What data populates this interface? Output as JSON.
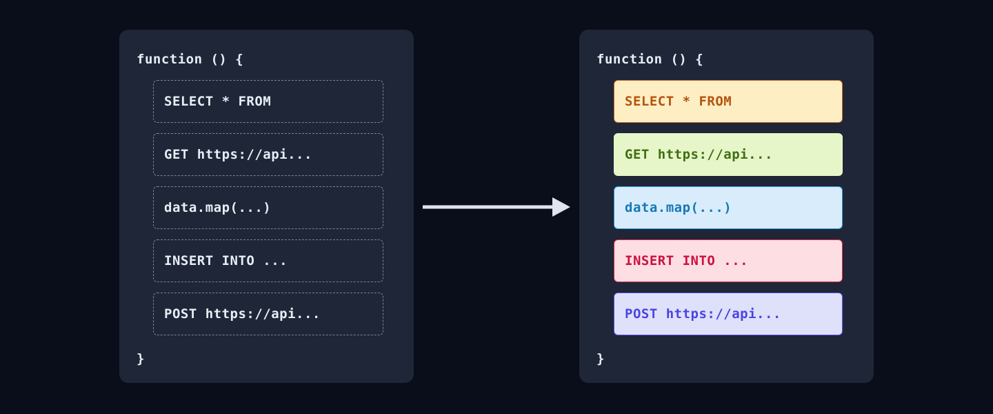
{
  "canvas": {
    "background": "#0a0e1a",
    "panel_background": "#1e2637"
  },
  "arrow": {
    "name": "transformation-arrow",
    "color": "#dfe4ef",
    "direction": "right"
  },
  "left_panel": {
    "title": "plain-code-panel",
    "code_open": "function () {",
    "code_close": "}",
    "border_color": "#7a8699",
    "text_color": "#e8edf5",
    "statements": [
      {
        "label": "SELECT * FROM"
      },
      {
        "label": "GET https://api..."
      },
      {
        "label": "data.map(...)"
      },
      {
        "label": "INSERT INTO ..."
      },
      {
        "label": "POST https://api..."
      }
    ]
  },
  "right_panel": {
    "title": "highlighted-code-panel",
    "code_open": "function () {",
    "code_close": "}",
    "statements": [
      {
        "label": "SELECT * FROM",
        "kind": "sql-select",
        "bg": "#fdeec4",
        "fg": "#b4540f",
        "border": "#d2691e"
      },
      {
        "label": "GET https://api...",
        "kind": "http-get",
        "bg": "#e7f6c8",
        "fg": "#3f6e12",
        "border": "#e7f6c8"
      },
      {
        "label": "data.map(...)",
        "kind": "js-transform",
        "bg": "#d9ecfb",
        "fg": "#1579b5",
        "border": "#2a9bd8"
      },
      {
        "label": "INSERT INTO ...",
        "kind": "sql-insert",
        "bg": "#fcdee3",
        "fg": "#cc1140",
        "border": "#e1264f"
      },
      {
        "label": "POST https://api...",
        "kind": "http-post",
        "bg": "#dfe1fb",
        "fg": "#4b44e0",
        "border": "#5f55e8"
      }
    ]
  }
}
